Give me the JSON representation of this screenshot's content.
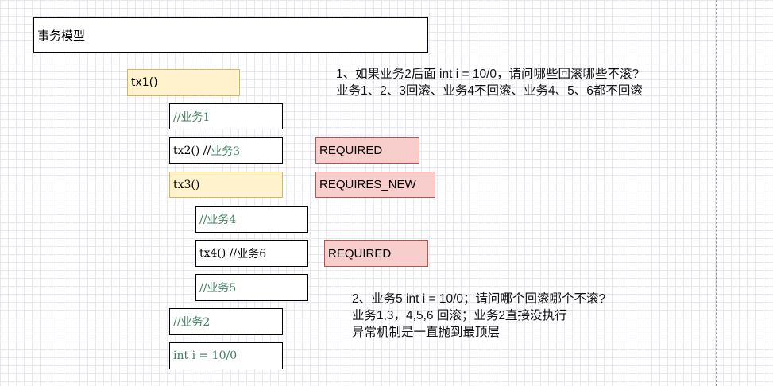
{
  "title": "事务模型",
  "tx1": "tx1()",
  "biz1": "//业务1",
  "tx2_prefix": "tx2() //",
  "tx2_comment": "业务3",
  "tx3": "tx3()",
  "biz4": "//业务4",
  "tx4_prefix": "tx4() //",
  "tx4_comment": "业务6",
  "biz5": "//业务5",
  "biz2": "//业务2",
  "code_line": "int i = 10/0",
  "prop_tx2": "REQUIRED",
  "prop_tx3": "REQUIRES_NEW",
  "prop_tx4": "REQUIRED",
  "note1": [
    "1、如果业务2后面 int i = 10/0，请问哪些回滚哪些不滚?",
    "业务1、2、3回滚、业务4不回滚、业务4、5、6都不回滚"
  ],
  "note2": [
    "2、业务5 int i = 10/0；请问哪个回滚哪个不滚?",
    "业务1,3，4,5,6 回滚；业务2直接没执行",
    "异常机制是一直抛到最顶层"
  ],
  "colors": {
    "tx_fill": "#fff2cc",
    "tx_border": "#d6b656",
    "prop_fill": "#f8cecc",
    "prop_border": "#b85450",
    "comment_text": "#3f7f5f"
  }
}
